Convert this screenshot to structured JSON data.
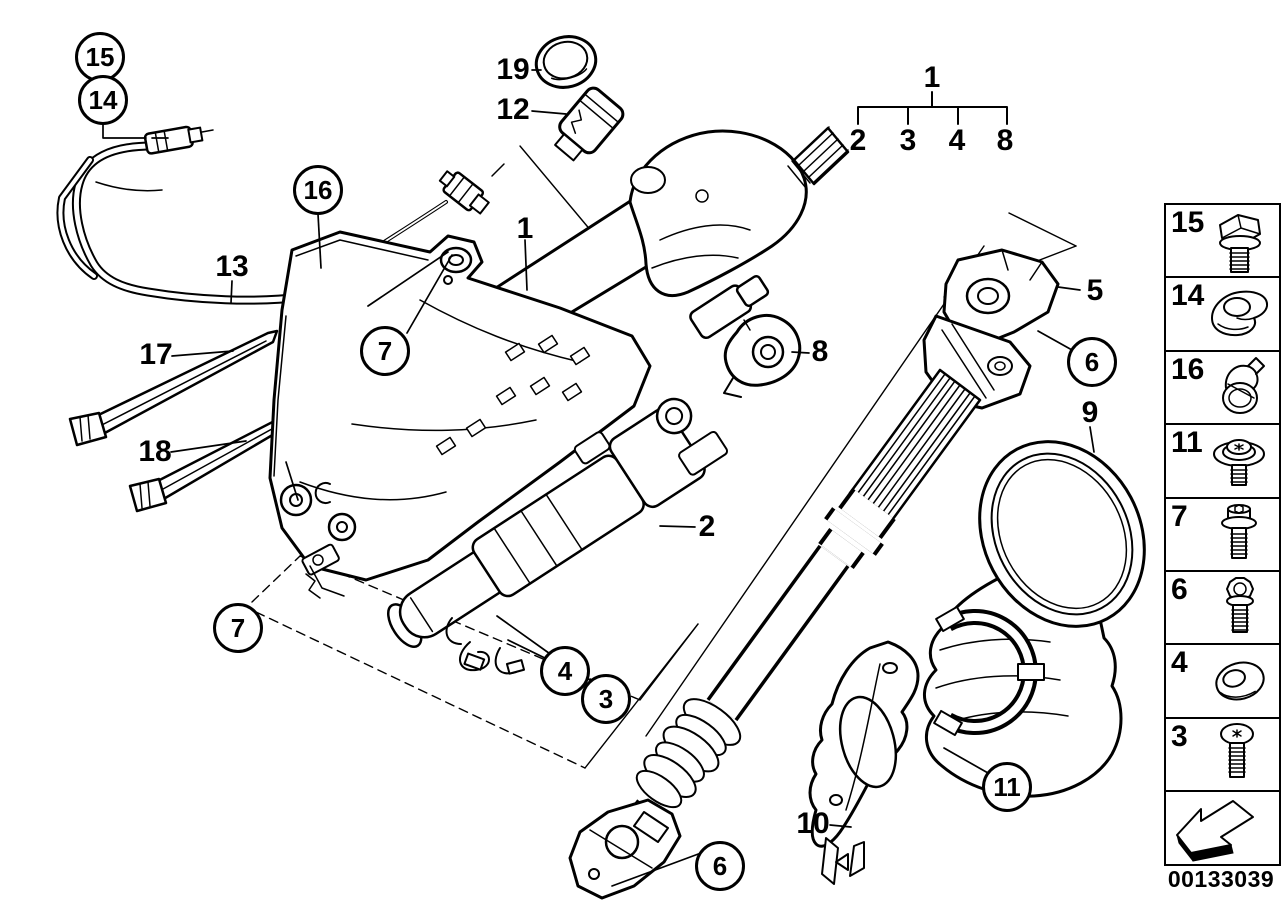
{
  "image_number": "00133039",
  "colors": {
    "line": "#000000",
    "background": "#ffffff"
  },
  "tree": {
    "root": "1",
    "children": [
      "2",
      "3",
      "4",
      "8"
    ]
  },
  "callouts": {
    "circled": [
      {
        "label": "15"
      },
      {
        "label": "14"
      },
      {
        "label": "16"
      },
      {
        "label": "7"
      },
      {
        "label": "7"
      },
      {
        "label": "4"
      },
      {
        "label": "3"
      },
      {
        "label": "6"
      },
      {
        "label": "6"
      },
      {
        "label": "11"
      }
    ],
    "plain": [
      {
        "label": "19"
      },
      {
        "label": "12"
      },
      {
        "label": "13"
      },
      {
        "label": "17"
      },
      {
        "label": "18"
      },
      {
        "label": "1"
      },
      {
        "label": "2"
      },
      {
        "label": "8"
      },
      {
        "label": "5"
      },
      {
        "label": "9"
      },
      {
        "label": "10"
      }
    ]
  },
  "sidebar": {
    "items": [
      {
        "number": "15",
        "icon": "hex-flange-bolt"
      },
      {
        "number": "14",
        "icon": "clamp-plate"
      },
      {
        "number": "16",
        "icon": "cable-clip"
      },
      {
        "number": "11",
        "icon": "torx-screw-with-washer"
      },
      {
        "number": "7",
        "icon": "cheese-head-bolt-with-washer"
      },
      {
        "number": "6",
        "icon": "external-torx-bolt"
      },
      {
        "number": "4",
        "icon": "grommet"
      },
      {
        "number": "3",
        "icon": "torx-pan-head-screw"
      }
    ],
    "arrow_icon": "direction-arrow"
  }
}
